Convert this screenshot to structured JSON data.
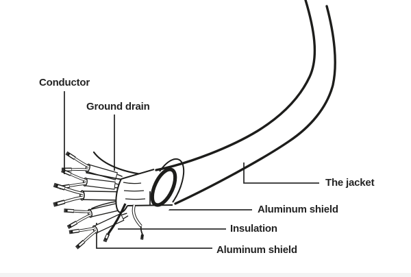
{
  "figure": {
    "description": "Line-art cutaway diagram of a shielded multi-pair cable with splayed wire ends and callout labels",
    "colors": {
      "background": "#ffffff",
      "line": "#1d1d1b",
      "leader_line": "#2b2b2b",
      "text": "#232323",
      "ferrule_cap": "#3a3a3a",
      "bottom_strip": "#f3f3f3"
    },
    "labels": {
      "conductor": "Conductor",
      "ground_drain": "Ground drain",
      "jacket": "The jacket",
      "aluminum_shield_upper": "Aluminum shield",
      "insulation": "Insulation",
      "aluminum_shield_lower": "Aluminum shield"
    }
  }
}
